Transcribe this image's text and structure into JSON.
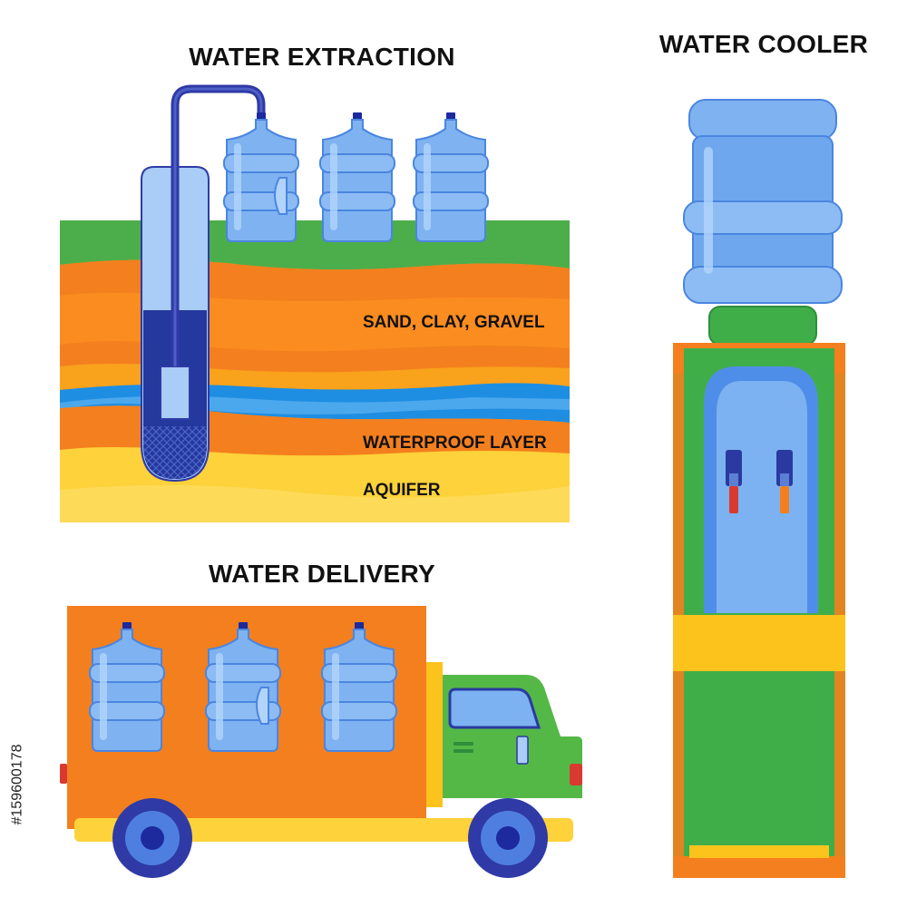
{
  "headings": {
    "extraction": "WATER EXTRACTION",
    "cooler": "WATER COOLER",
    "delivery": "WATER DELIVERY"
  },
  "layer_labels": {
    "sand_clay_gravel": "SAND, CLAY, GRAVEL",
    "waterproof_layer": "WATERPROOF LAYER",
    "aquifer": "AQUIFER"
  },
  "stock_id": "#159600178",
  "colors": {
    "grass": "#4cae4a",
    "soil_orange": "#f47f1e",
    "soil_light": "#f9a21c",
    "water_blue": "#1e8ee2",
    "aquifer_yellow": "#fdd23a",
    "bottle_blue": "#7fb2f0",
    "bottle_dark": "#4a86e0",
    "cap_navy": "#1c2a9e",
    "pipe_navy": "#2f3aa6",
    "truck_green": "#54b847",
    "truck_orange": "#f47f1e",
    "cooler_green": "#3fae49",
    "cooler_yellow": "#fdc31d"
  }
}
